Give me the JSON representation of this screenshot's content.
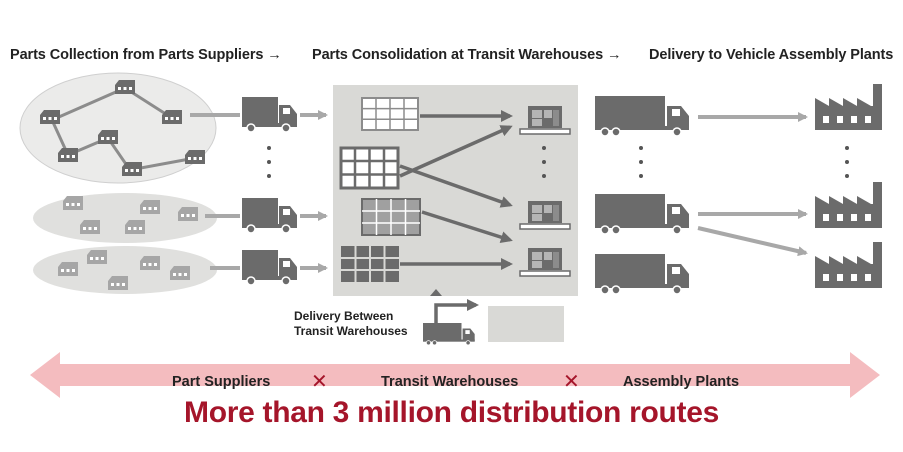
{
  "headers": {
    "collection": "Parts Collection from Parts Suppliers →",
    "consolidation": "Parts Consolidation at Transit Warehouses →",
    "delivery": "Delivery to Vehicle Assembly Plants"
  },
  "transfer_label": {
    "line1": "Delivery Between",
    "line2": "Transit Warehouses"
  },
  "band": {
    "suppliers": "Part Suppliers",
    "warehouses": "Transit Warehouses",
    "plants": "Assembly Plants",
    "multiply_symbol": "✕"
  },
  "tagline": "More than 3 million distribution routes",
  "colors": {
    "accent_red": "#a5152a",
    "band_pink": "#f4bcbf",
    "icon_gray": "#6b6b6b",
    "light_gray": "#d9d9d6",
    "arrow_gray": "#a8a8a8"
  },
  "icons": {
    "supplier": "factory-small-icon",
    "truck": "truck-icon",
    "plant": "factory-plant-icon",
    "warehouse_rack": "shelf-rack-icon",
    "loading_dock": "loading-dock-icon"
  }
}
